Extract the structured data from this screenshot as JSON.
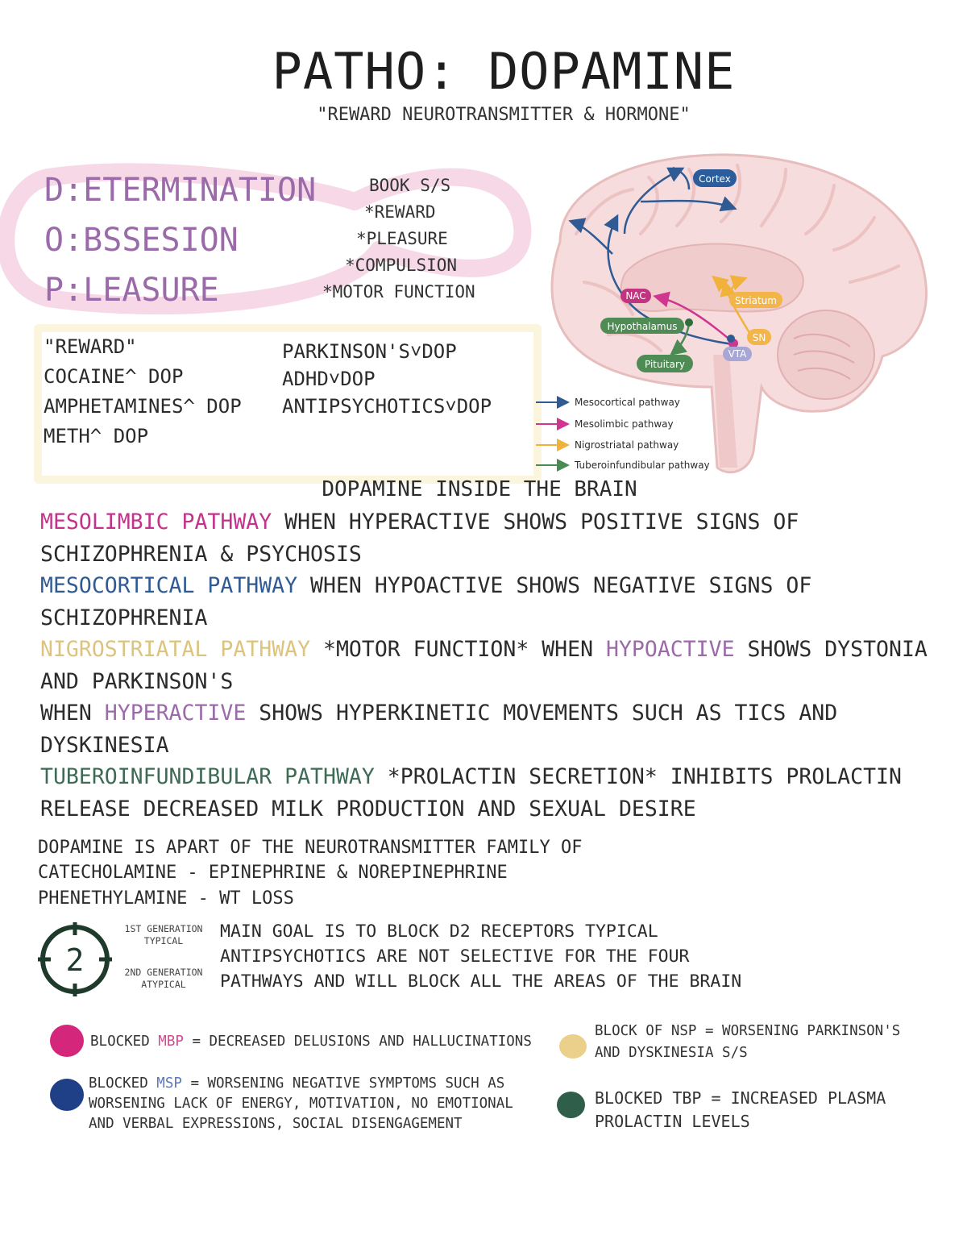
{
  "title": "PATHO: DOPAMINE",
  "subtitle": "\"REWARD NEUROTRANSMITTER & HORMONE\"",
  "acronym": [
    "D:ETERMINATION",
    "O:BSSESION",
    "P:LEASURE"
  ],
  "book_ss": {
    "heading": "BOOK S/S",
    "items": [
      "*REWARD",
      "*PLEASURE",
      "*COMPULSION",
      "*MOTOR FUNCTION"
    ]
  },
  "reward_list": [
    "\"REWARD\"",
    "COCAINE^ DOP",
    "AMPHETAMINES^ DOP",
    "METH^ DOP"
  ],
  "decrease_list": [
    "PARKINSON'S˅DOP",
    "ADHD˅DOP",
    "ANTIPSYCHOTICS˅DOP"
  ],
  "brain_diagram": {
    "labels": {
      "cortex": "Cortex",
      "nac": "NAC",
      "striatum": "Striatum",
      "hypothalamus": "Hypothalamus",
      "sn": "SN",
      "vta": "VTA",
      "pituitary": "Pituitary"
    },
    "legend": [
      {
        "label": "Mesocortical pathway",
        "color": "#2f5a94"
      },
      {
        "label": "Mesolimbic pathway",
        "color": "#d0368f"
      },
      {
        "label": "Nigrostriatal pathway",
        "color": "#f0b23a"
      },
      {
        "label": "Tuberoinfundibular pathway",
        "color": "#4a8a55"
      }
    ]
  },
  "brain_heading": "DOPAMINE INSIDE THE BRAIN",
  "pathways": {
    "mesolimbic": {
      "name": "MESOLIMBIC PATHWAY",
      "text": " WHEN HYPERACTIVE SHOWS POSITIVE SIGNS OF SCHIZOPHRENIA & PSYCHOSIS"
    },
    "mesocortical": {
      "name": "MESOCORTICAL PATHWAY",
      "text": " WHEN HYPOACTIVE SHOWS NEGATIVE SIGNS OF SCHIZOPHRENIA"
    },
    "nigrostriatal": {
      "name": "NIGROSTRIATAL PATHWAY",
      "text1": " *MOTOR FUNCTION* WHEN ",
      "hypo": "HYPOACTIVE",
      "text2": " SHOWS DYSTONIA AND PARKINSON'S",
      "text3": "WHEN ",
      "hyper": "HYPERACTIVE",
      "text4": " SHOWS HYPERKINETIC MOVEMENTS SUCH AS TICS AND DYSKINESIA"
    },
    "tuberoinfundibular": {
      "name": "TUBEROINFUNDIBULAR PATHWAY",
      "text": " *PROLACTIN SECRETION* INHIBITS PROLACTIN RELEASE DECREASED MILK PRODUCTION AND SEXUAL DESIRE"
    }
  },
  "family": [
    "DOPAMINE IS APART OF THE NEUROTRANSMITTER FAMILY OF",
    "CATECHOLAMINE - EPINEPHRINE & NOREPINEPHRINE",
    "PHENETHYLAMINE - WT LOSS"
  ],
  "generation": {
    "icon_number": "2",
    "first_line1": "1ST GENERATION",
    "first_line2": "TYPICAL",
    "second_line1": "2ND GENERATION",
    "second_line2": "ATYPICAL"
  },
  "goal": [
    "MAIN GOAL IS TO BLOCK D2 RECEPTORS TYPICAL",
    "ANTIPSYCHOTICS ARE NOT SELECTIVE FOR THE FOUR",
    "PATHWAYS AND WILL BLOCK ALL THE AREAS OF THE BRAIN"
  ],
  "blocked": {
    "mbp": {
      "prefix": "BLOCKED ",
      "abbr": "MBP",
      "text": " = DECREASED DELUSIONS AND HALLUCINATIONS",
      "color": "#d4267a"
    },
    "msp": {
      "prefix": "BLOCKED ",
      "abbr": "MSP",
      "text": " = WORSENING NEGATIVE SYMPTOMS SUCH AS",
      "line2": "WORSENING LACK OF ENERGY, MOTIVATION, NO EMOTIONAL",
      "line3": "AND VERBAL EXPRESSIONS, SOCIAL DISENGAGEMENT",
      "color": "#1f3f86"
    },
    "nsp": {
      "line1": "BLOCK OF NSP = WORSENING PARKINSON'S",
      "line2": "AND DYSKINESIA S/S",
      "color": "#ead08a"
    },
    "tbp": {
      "line1": "BLOCKED TBP = INCREASED PLASMA",
      "line2": "PROLACTIN LEVELS",
      "color": "#2f5e4a"
    }
  }
}
